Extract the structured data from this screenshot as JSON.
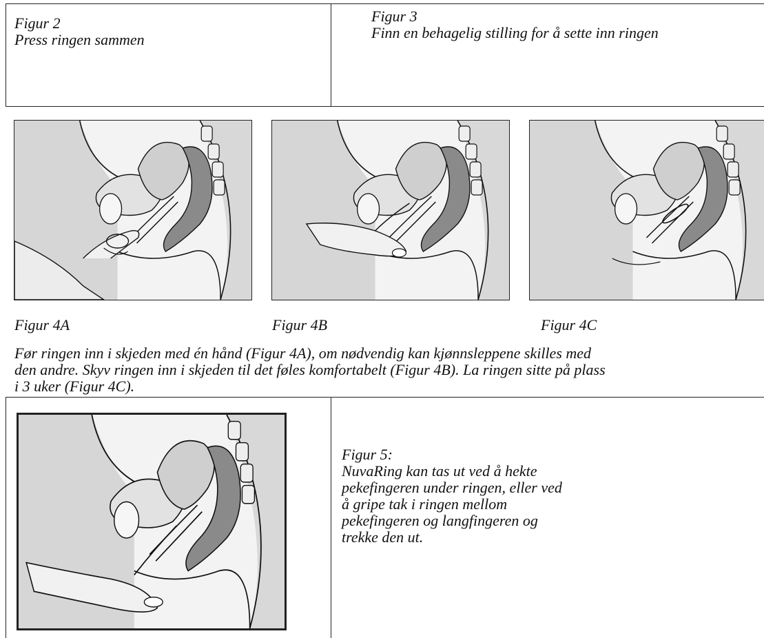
{
  "fig2": {
    "title": "Figur 2",
    "caption": "Press ringen sammen"
  },
  "fig3": {
    "title": "Figur 3",
    "caption": "Finn en behagelig stilling for å sette inn ringen"
  },
  "fig4": {
    "labels": [
      "Figur 4A",
      "Figur 4B",
      "Figur 4C"
    ],
    "paragraph_lines": [
      "Før ringen inn i skjeden med én hånd (Figur 4A), om nødvendig kan kjønnsleppene skilles med",
      "den andre. Skyv ringen inn i skjeden til det føles komfortabelt (Figur 4B). La ringen sitte på plass",
      "i 3 uker (Figur 4C)."
    ]
  },
  "fig5": {
    "title": "Figur 5:",
    "lines": [
      "NuvaRing kan tas ut ved å hekte",
      "pekefingeren under ringen, eller ved",
      "å gripe tak i ringen mellom",
      "pekefingeren og langfingeren og",
      "trekke den ut."
    ]
  },
  "colors": {
    "line": "#222222",
    "tissue_dark": "#8a8a8a",
    "tissue_mid": "#bdbdbd",
    "skin": "#efefef",
    "background": "#ffffff"
  }
}
